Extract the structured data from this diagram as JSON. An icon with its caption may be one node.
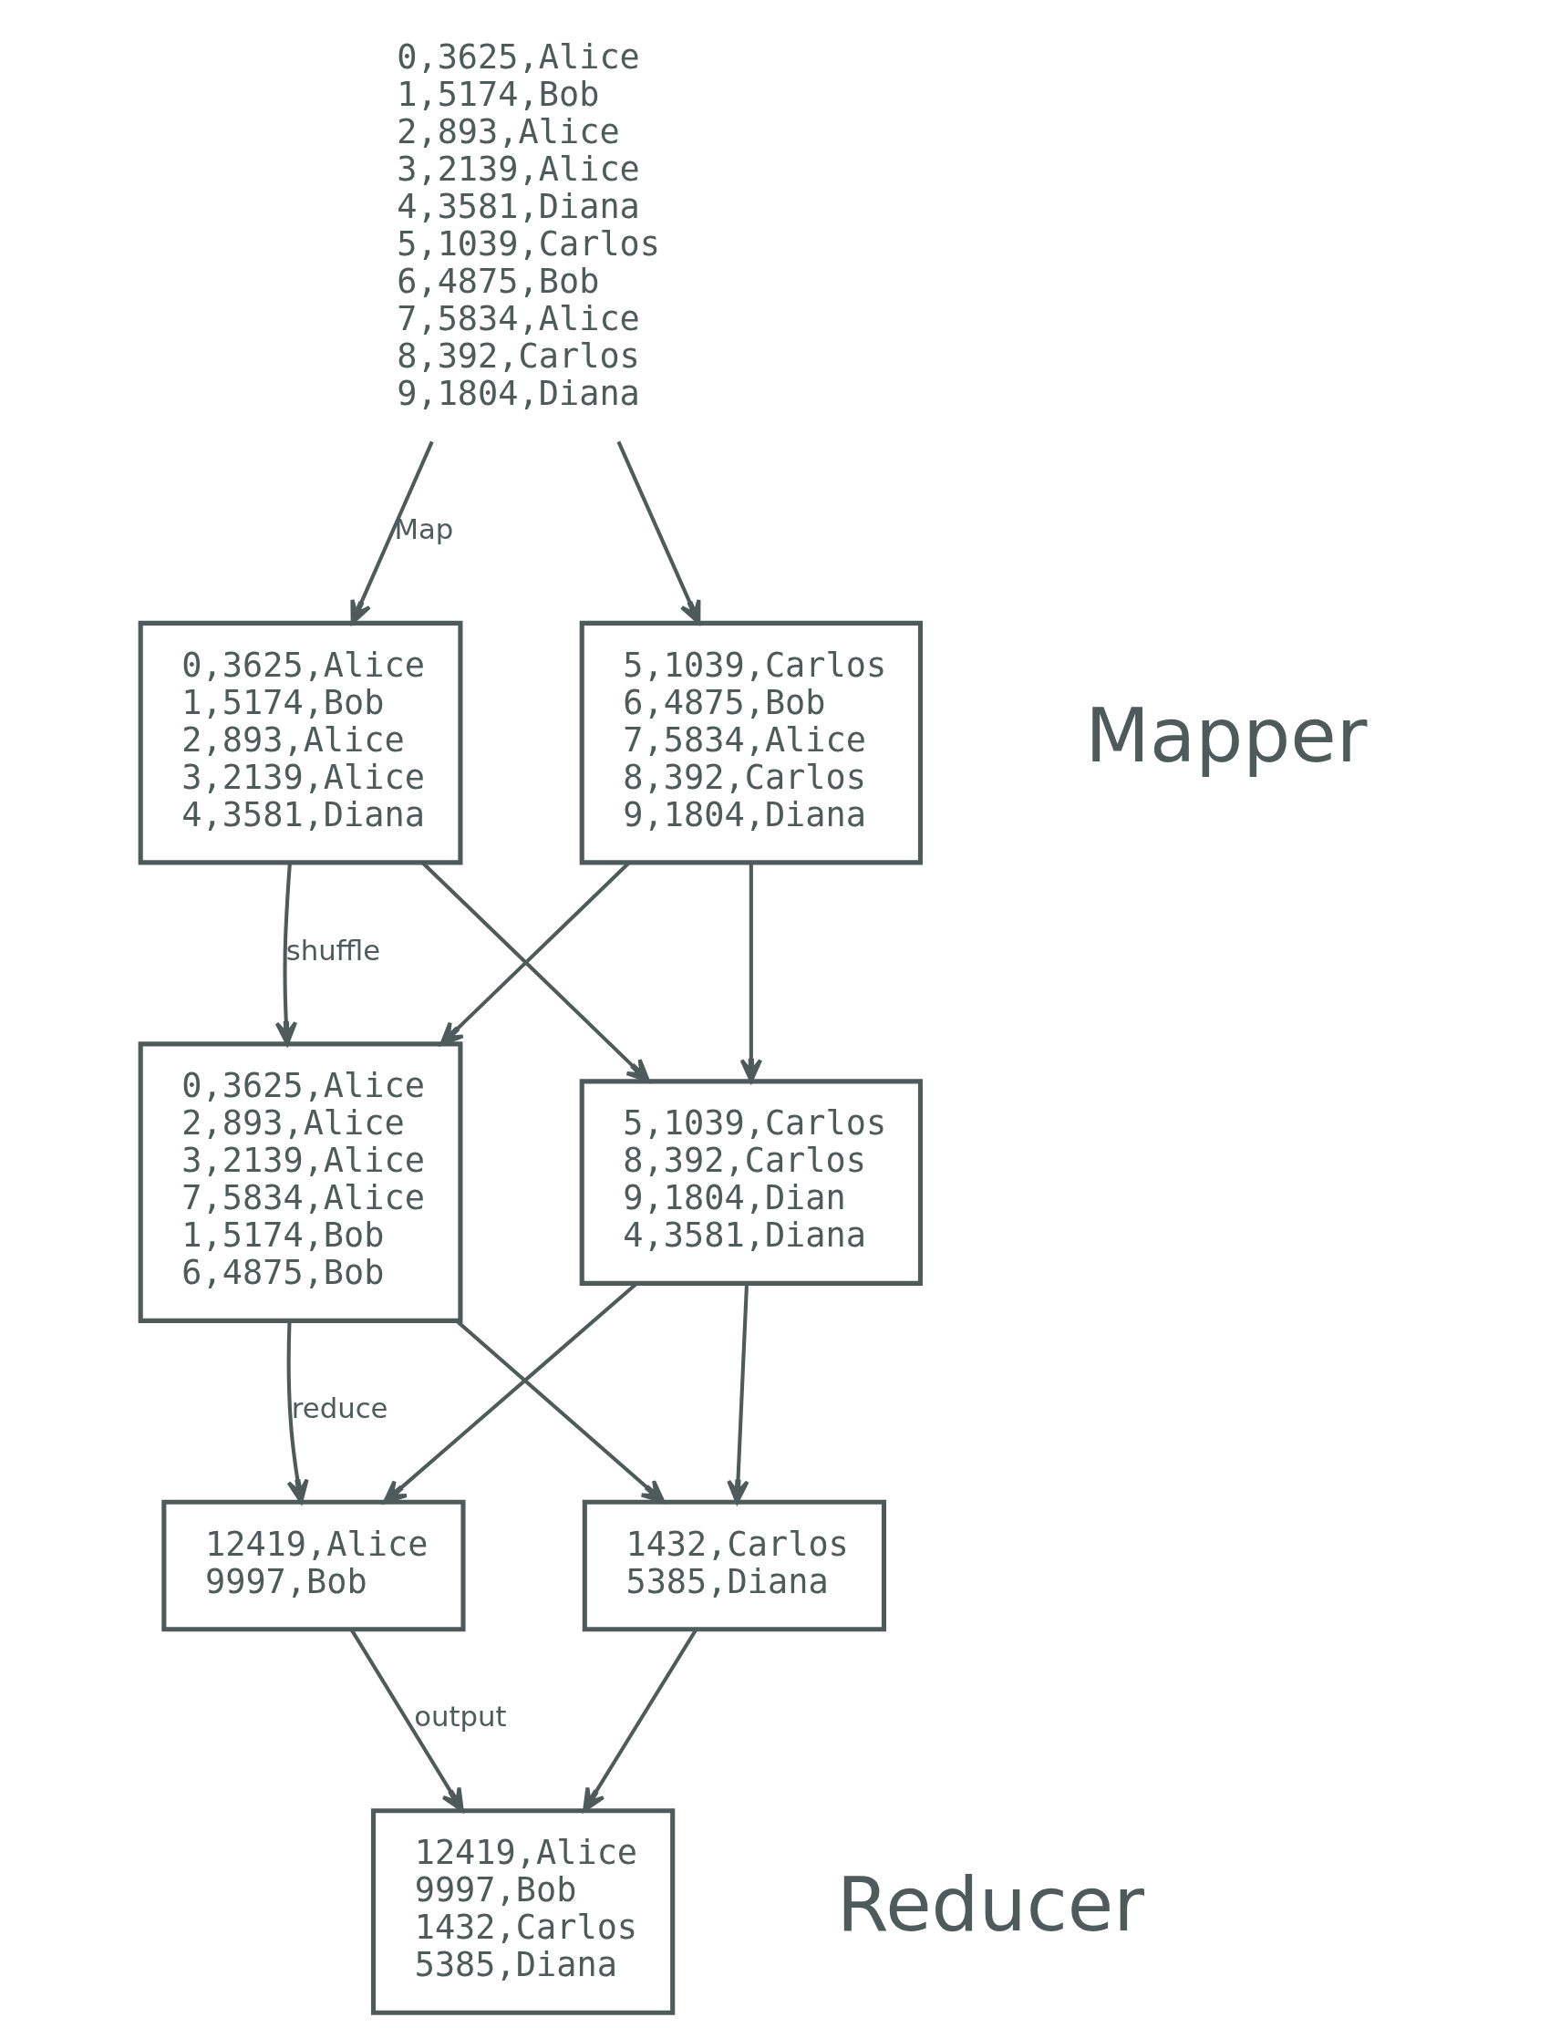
{
  "diagram": {
    "nodes": [
      {
        "text": [
          "0,3625,Alice",
          "1,5174,Bob",
          "2,893,Alice",
          "3,2139,Alice",
          "4,3581,Diana",
          "5,1039,Carlos",
          "6,4875,Bob",
          "7,5834,Alice",
          "8,392,Carlos",
          "9,1804,Diana"
        ]
      },
      {
        "text": [
          "0,3625,Alice",
          "1,5174,Bob",
          "2,893,Alice",
          "3,2139,Alice",
          "4,3581,Diana"
        ]
      },
      {
        "text": [
          "5,1039,Carlos",
          "6,4875,Bob",
          "7,5834,Alice",
          "8,392,Carlos",
          "9,1804,Diana"
        ]
      },
      {
        "text": [
          "0,3625,Alice",
          "2,893,Alice",
          "3,2139,Alice",
          "7,5834,Alice",
          "1,5174,Bob",
          "6,4875,Bob"
        ]
      },
      {
        "text": [
          "5,1039,Carlos",
          "8,392,Carlos",
          "9,1804,Dian",
          "4,3581,Diana"
        ]
      },
      {
        "text": [
          "12419,Alice",
          "9997,Bob"
        ]
      },
      {
        "text": [
          "1432,Carlos",
          "5385,Diana"
        ]
      },
      {
        "text": [
          "12419,Alice",
          "9997,Bob",
          "1432,Carlos",
          "5385,Diana"
        ]
      }
    ],
    "edges": [
      {
        "from": 0,
        "to": 1,
        "arrow": "to",
        "label": "Map"
      },
      {
        "from": 0,
        "to": 2,
        "arrow": "to"
      },
      {
        "from": 1,
        "to": 3,
        "arrow": "to",
        "label": "shuffle"
      },
      {
        "from": 1,
        "to": 4,
        "arrow": "to"
      },
      {
        "from": 2,
        "to": 3,
        "arrow": "to"
      },
      {
        "from": 2,
        "to": 4,
        "arrow": "to"
      },
      {
        "from": 3,
        "to": 5,
        "arrow": "to",
        "label": "reduce"
      },
      {
        "from": 3,
        "to": 6,
        "arrow": "to"
      },
      {
        "from": 4,
        "to": 5,
        "arrow": "to"
      },
      {
        "from": 4,
        "to": 6,
        "arrow": "to"
      },
      {
        "from": 5,
        "to": 7,
        "arrow": "to",
        "label": "output"
      },
      {
        "from": 6,
        "to": 7,
        "arrow": "to"
      }
    ],
    "labels": [
      "Mapper",
      "Reducer"
    ]
  }
}
